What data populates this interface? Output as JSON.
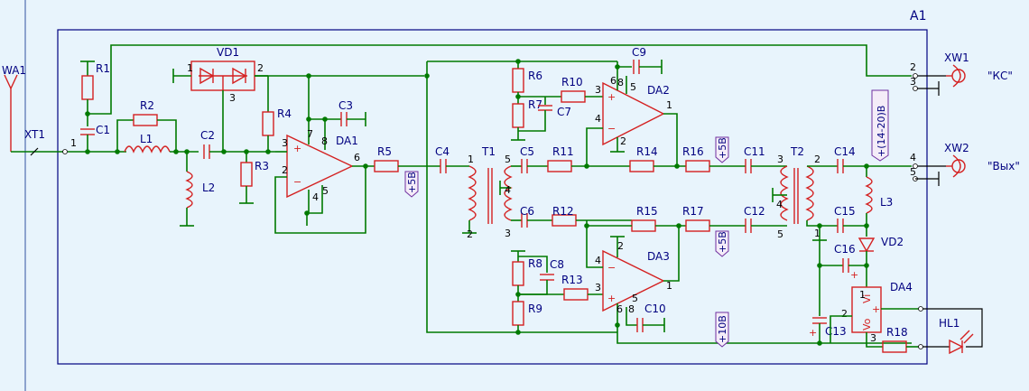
{
  "block_label": "A1",
  "labels": {
    "WA1": "WA1",
    "XT1": "XT1",
    "R1": "R1",
    "C1": "C1",
    "R2": "R2",
    "L1": "L1",
    "VD1": "VD1",
    "C2": "C2",
    "L2": "L2",
    "R3": "R3",
    "R4": "R4",
    "C3": "C3",
    "DA1": "DA1",
    "R5": "R5",
    "C4": "C4",
    "T1": "T1",
    "R6": "R6",
    "R7": "R7",
    "C7": "C7",
    "R10": "R10",
    "C9": "C9",
    "DA2": "DA2",
    "C5": "C5",
    "R11": "R11",
    "R14": "R14",
    "R16": "R16",
    "C11": "C11",
    "C6": "C6",
    "R12": "R12",
    "R15": "R15",
    "R17": "R17",
    "C12": "C12",
    "R8": "R8",
    "C8": "C8",
    "R13": "R13",
    "DA3": "DA3",
    "R9": "R9",
    "C10": "C10",
    "T2": "T2",
    "C14": "C14",
    "C15": "C15",
    "L3": "L3",
    "VD2": "VD2",
    "C16": "C16",
    "DA4": "DA4",
    "C13": "C13",
    "R18": "R18",
    "HL1": "HL1",
    "XW1": "XW1",
    "XW2": "XW2"
  },
  "pins": {
    "xt1_1": "1",
    "vd1_1": "1",
    "vd1_2": "2",
    "vd1_3": "3",
    "da1_7": "7",
    "da1_8": "8",
    "da1_3": "3",
    "da1_2": "2",
    "da1_4": "4",
    "da1_5": "5",
    "da1_6": "6",
    "t1_1": "1",
    "t1_5": "5",
    "t1_4": "4",
    "t1_2": "2",
    "t1_3": "3",
    "da2_3": "3",
    "da2_8": "8",
    "da2_6": "6",
    "da2_5": "5",
    "da2_4": "4",
    "da2_1": "1",
    "da2_2": "2",
    "da3_2": "2",
    "da3_4": "4",
    "da3_3": "3",
    "da3_8": "8",
    "da3_1": "1",
    "da3_6": "6",
    "da3_5": "5",
    "t2_3": "3",
    "t2_2": "2",
    "t2_4": "4",
    "t2_5": "5",
    "t2_1": "1",
    "da4_1": "1",
    "da4_2": "2",
    "da4_3": "3",
    "xw1_2": "2",
    "xw1_3": "3",
    "xw2_4": "4",
    "xw2_5": "5"
  },
  "power_labels": {
    "p1": "+5В",
    "p2": "+5В",
    "p3": "+5В",
    "p4": "+10В",
    "p5": "+(14-20)В"
  },
  "outputs": {
    "ks": "\"КС\"",
    "vyh": "\"Вых\""
  },
  "da4_pins": {
    "vi": "Vi",
    "vo": "Vo"
  },
  "cap_polarity": {
    "c16": "+",
    "c13": "+",
    "da4": "+"
  },
  "colors": {
    "wire": "#007a00",
    "component": "#d42020",
    "label": "#000080",
    "background": "#e8f4fc"
  }
}
